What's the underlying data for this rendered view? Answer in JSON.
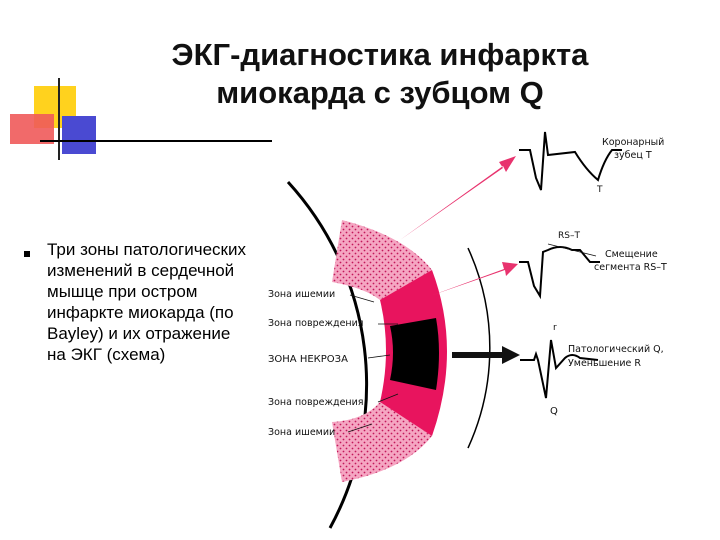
{
  "title": {
    "line1": "ЭКГ-диагностика инфаркта",
    "line2": "миокарда с зубцом Q"
  },
  "bullet": {
    "text": "Три зоны патологических изменений в сердечной мышце при остром инфаркте миокарда (по Bayley) и их отражение на ЭКГ (схема)"
  },
  "zones": {
    "ischemia_top": "Зона ишемии",
    "injury_top": "Зона повреждения",
    "necrosis": "ЗОНА НЕКРОЗА",
    "injury_bottom": "Зона повреждения",
    "ischemia_bottom": "Зона ишемии"
  },
  "ecg": {
    "coronary_t_line1": "Коронарный",
    "coronary_t_line2": "зубец Т",
    "t_label": "Т",
    "rst_label": "RS–T",
    "st_shift_line1": "Смещение",
    "st_shift_line2": "сегмента RS–T",
    "r_label": "r",
    "pathologic_q_line1": "Патологический Q,",
    "pathologic_q_line2": "Уменьшение R",
    "q_label": "Q"
  },
  "colors": {
    "ischemia": "#f29ab8",
    "injury": "#e8145e",
    "necrosis": "#000000",
    "arrow_pink": "#e8336e",
    "deco_yellow": "#ffd21e",
    "deco_red": "#f05a5a",
    "deco_blue": "#4a4ad2"
  }
}
